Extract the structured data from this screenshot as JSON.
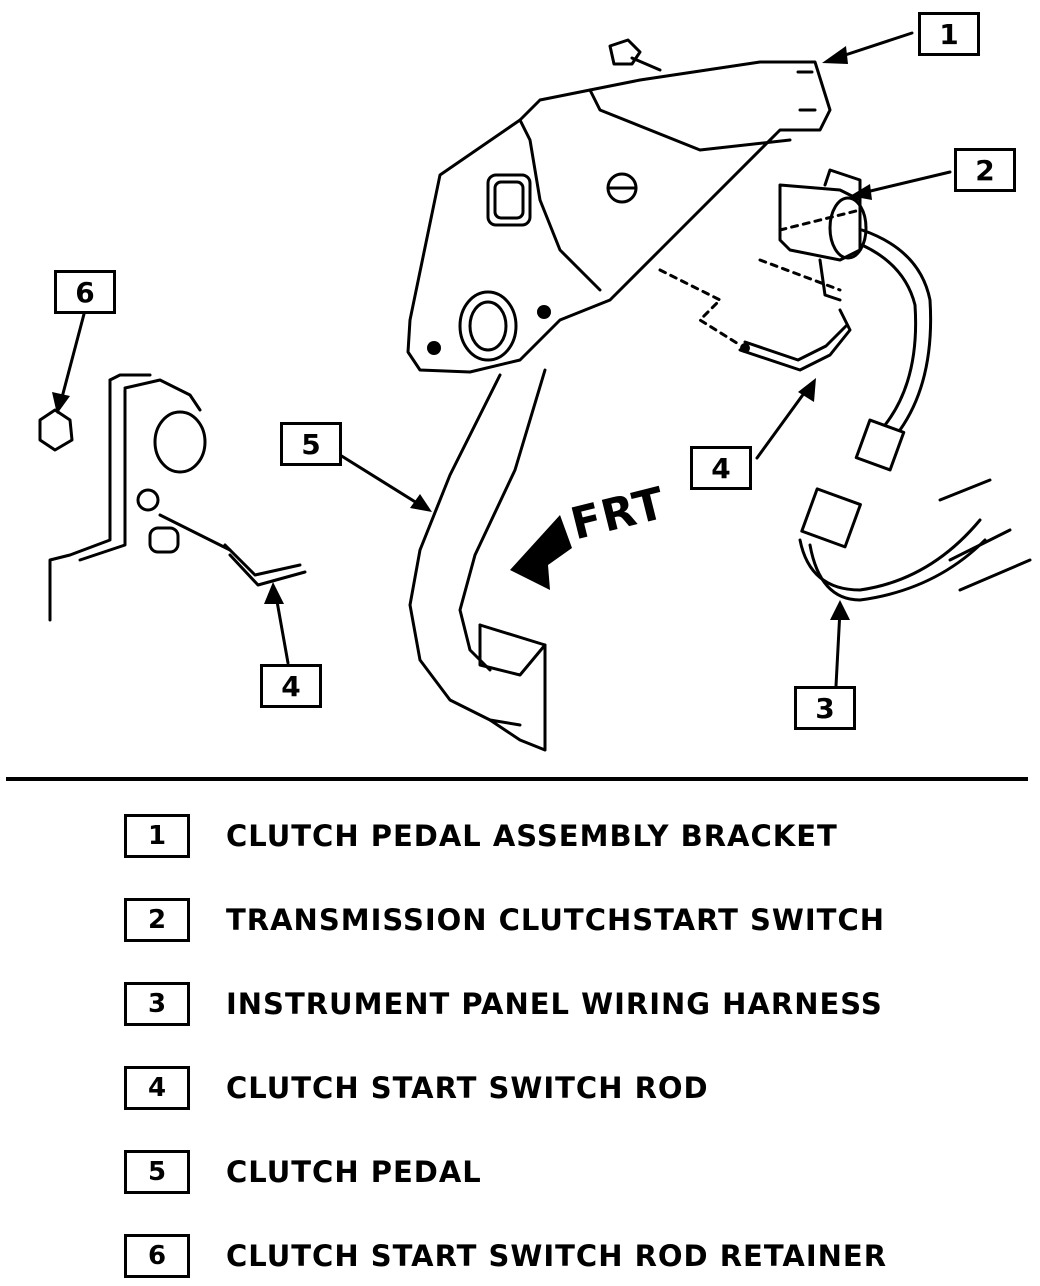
{
  "diagram": {
    "direction_label": "FRT",
    "callouts": {
      "c1": "1",
      "c2": "2",
      "c3": "3",
      "c4_right": "4",
      "c4_left": "4",
      "c5": "5",
      "c6": "6"
    }
  },
  "legend": {
    "items": [
      {
        "number": "1",
        "label": "CLUTCH PEDAL ASSEMBLY BRACKET"
      },
      {
        "number": "2",
        "label": "TRANSMISSION CLUTCHSTART SWITCH"
      },
      {
        "number": "3",
        "label": "INSTRUMENT PANEL WIRING HARNESS"
      },
      {
        "number": "4",
        "label": "CLUTCH START SWITCH ROD"
      },
      {
        "number": "5",
        "label": "CLUTCH PEDAL"
      },
      {
        "number": "6",
        "label": "CLUTCH START SWITCH ROD RETAINER"
      }
    ]
  }
}
